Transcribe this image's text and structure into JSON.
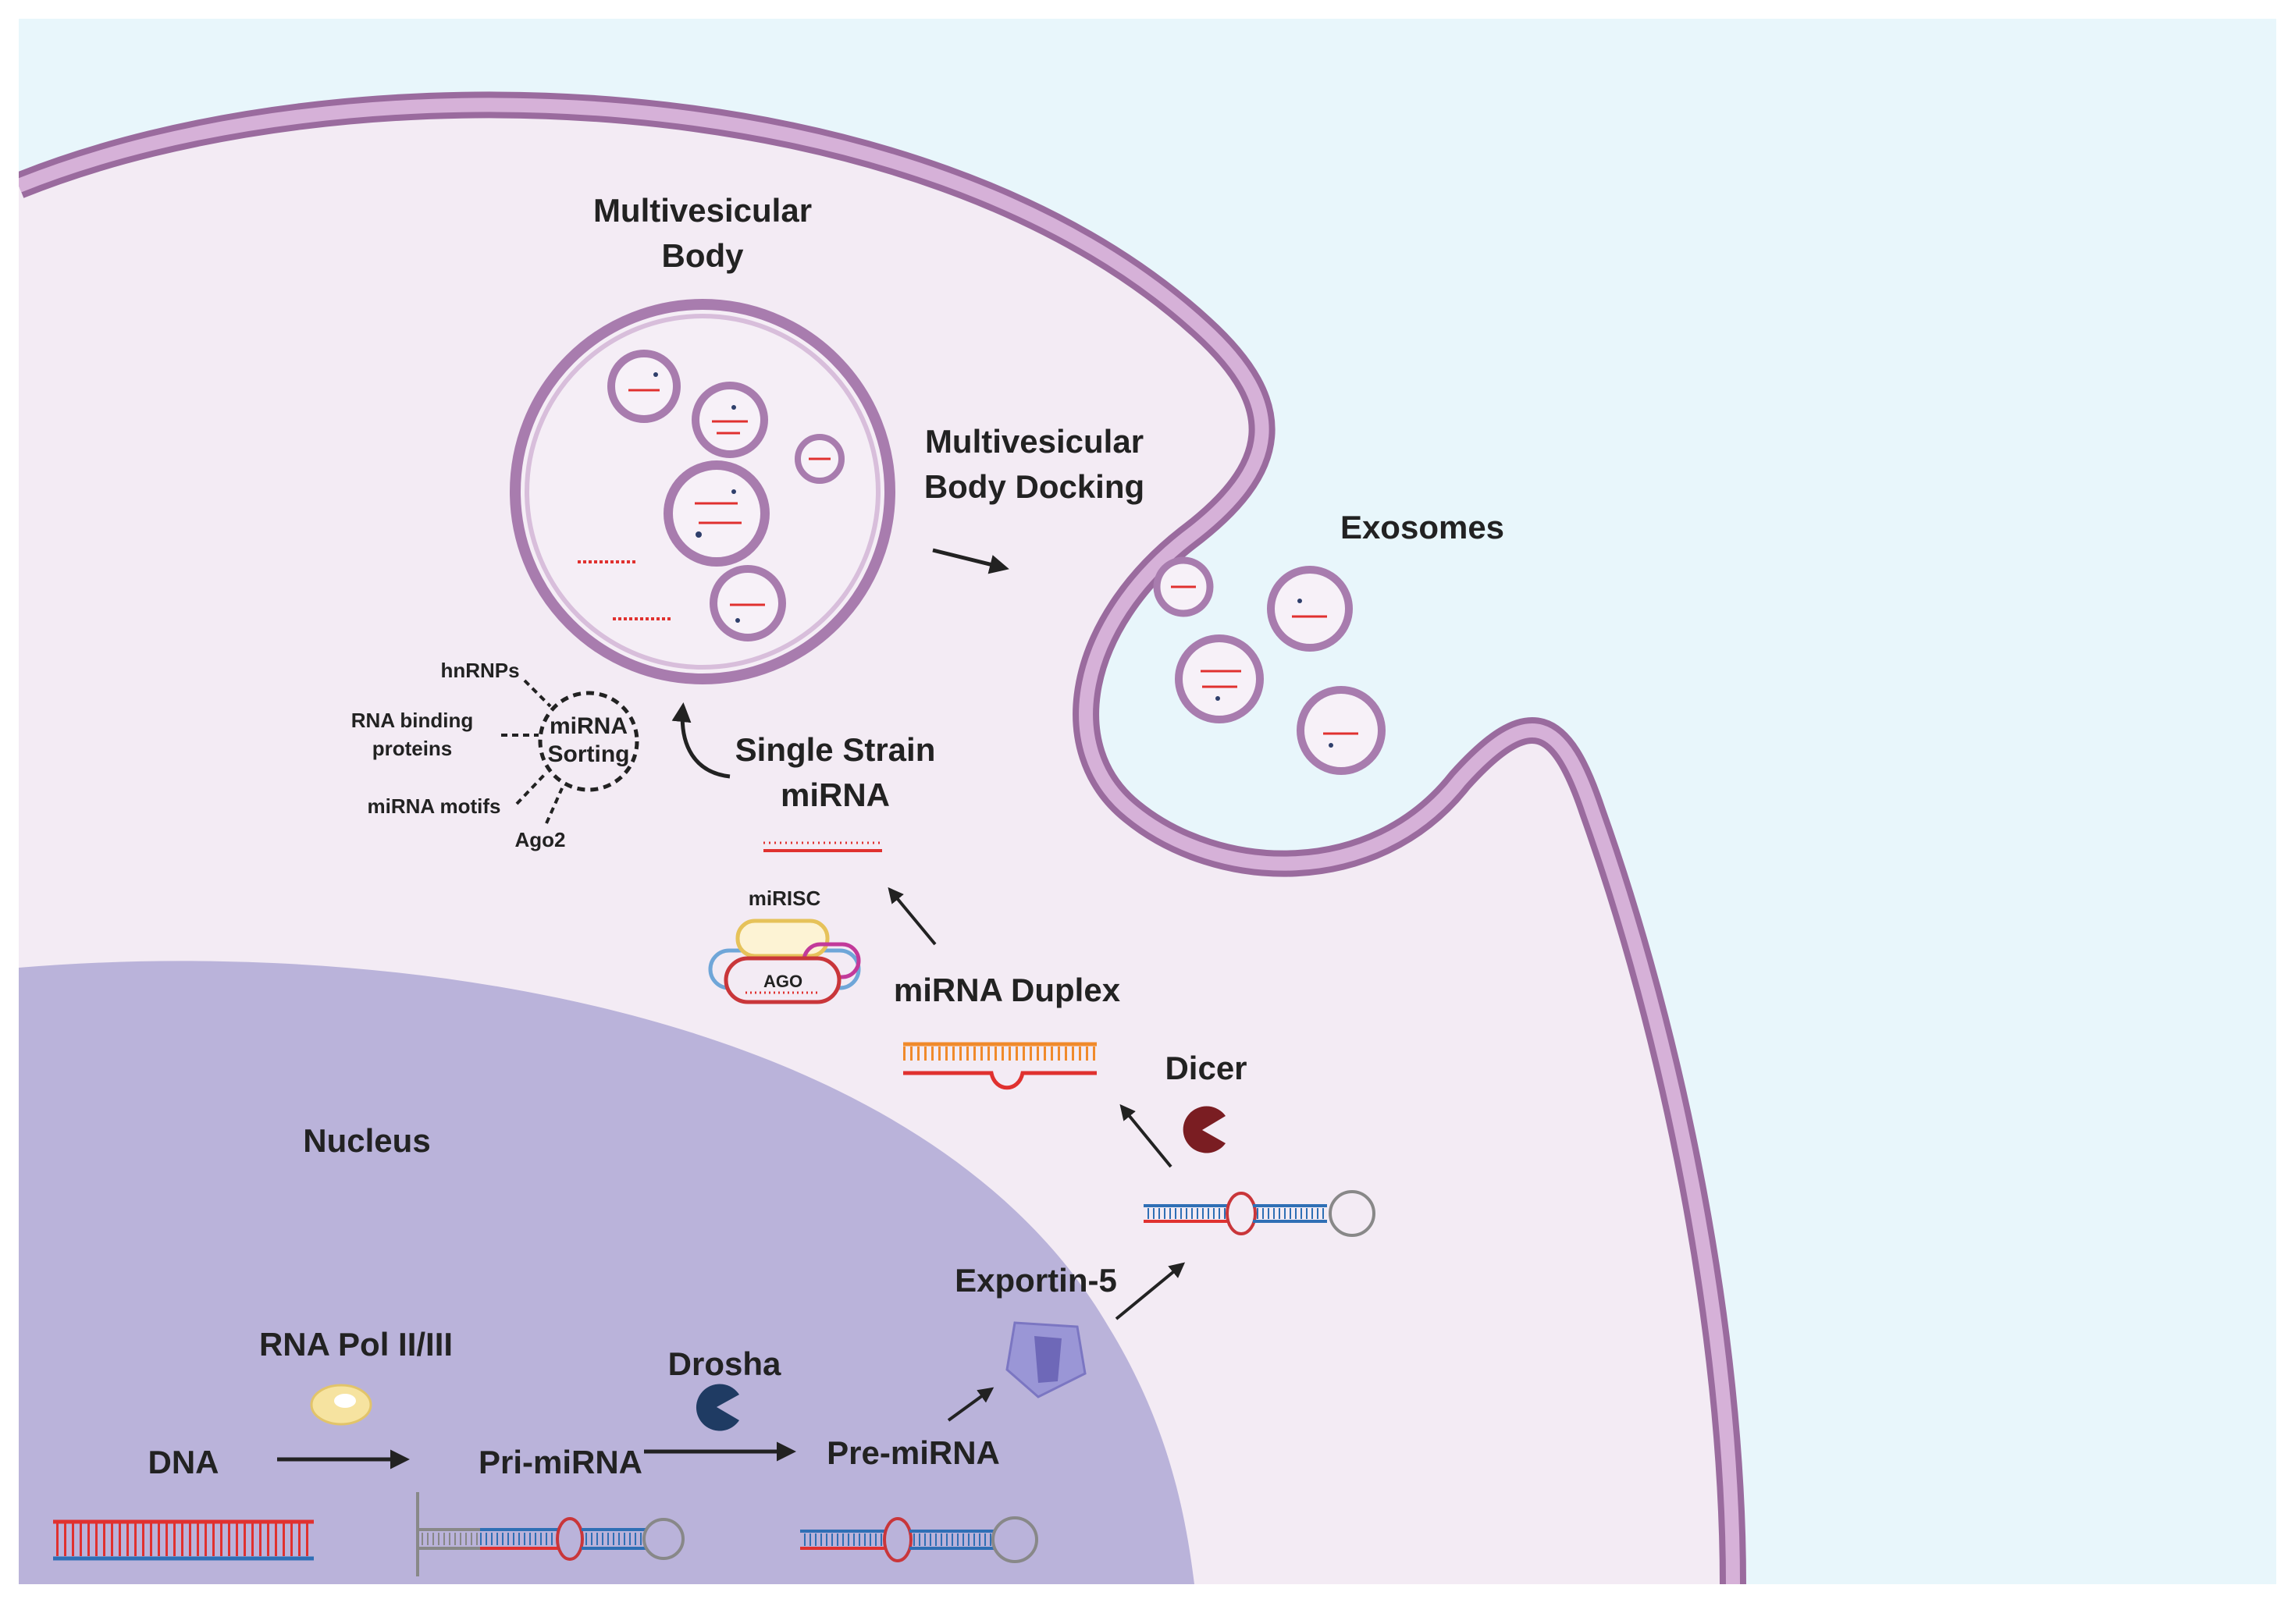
{
  "labels": {
    "mvb_line1": "Multivesicular",
    "mvb_line2": "Body",
    "docking_line1": "Multivesicular",
    "docking_line2": "Body Docking",
    "exosomes": "Exosomes",
    "hnrnps": "hnRNPs",
    "rbp_line1": "RNA binding",
    "rbp_line2": "proteins",
    "motifs": "miRNA motifs",
    "ago2": "Ago2",
    "sorting_line1": "miRNA",
    "sorting_line2": "Sorting",
    "single_line1": "Single Strain",
    "single_line2": "miRNA",
    "mirisc": "miRISC",
    "ago": "AGO",
    "duplex": "miRNA Duplex",
    "dicer": "Dicer",
    "nucleus": "Nucleus",
    "exportin": "Exportin-5",
    "rnapol": "RNA Pol II/III",
    "drosha": "Drosha",
    "dna": "DNA",
    "primirna": "Pri-miRNA",
    "premirna": "Pre-miRNA"
  },
  "colors": {
    "background": "#e8f6fb",
    "cytoplasm": "#f3ebf4",
    "membrane": "#c59ac8",
    "membrane_edge": "#9a6b9e",
    "nucleus": "#bab3da",
    "rna_red": "#e0312f",
    "rna_blue": "#2f6fb5",
    "dicer": "#7a1d22",
    "drosha": "#1f3b63",
    "exportin": "#9a96d6",
    "rnapol": "#f6e3a0",
    "arrow": "#222222"
  },
  "icons": {
    "dicer": "dicer-pacman-icon",
    "drosha": "drosha-pacman-icon",
    "exportin": "exportin-channel-icon",
    "rnapol": "rna-polymerase-icon"
  }
}
